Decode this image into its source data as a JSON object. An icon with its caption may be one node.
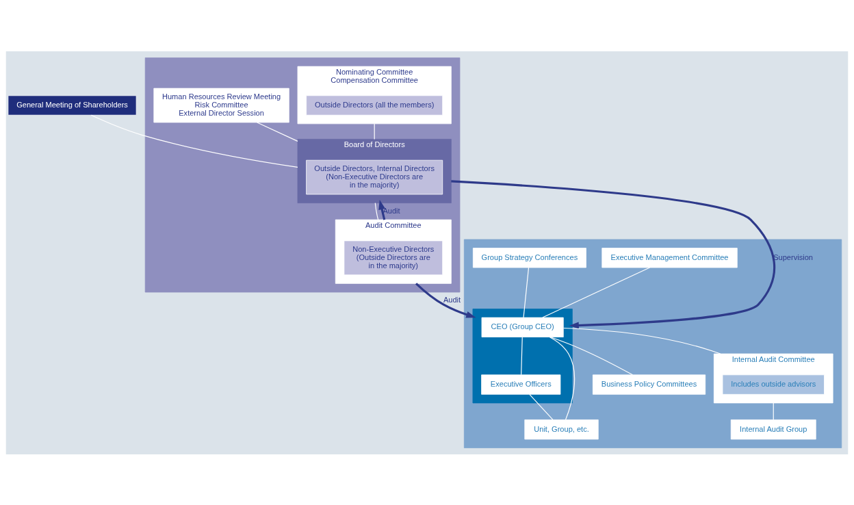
{
  "diagram": {
    "nodes": [
      {
        "text": [
          "General Meeting of Shareholders"
        ]
      },
      {
        "text": [],
        "shape": "box"
      },
      {
        "text": [
          "Nominating Committee",
          "Compensation Committee"
        ],
        "in": 1
      },
      {
        "text": [
          "Outside Directors (all the members)"
        ],
        "in": 2
      },
      {
        "text": [
          "Human Resources Review Meeting",
          "Risk Committee",
          "External Director Session"
        ],
        "in": 1
      },
      {
        "text": [
          "Board of Directors"
        ],
        "in": 1
      },
      {
        "text": [
          "Outside Directors, Internal Directors (Non-Executive Directors are in the majority)"
        ],
        "in": 5
      },
      {
        "text": [
          "Audit Committee"
        ],
        "in": 1
      },
      {
        "text": [
          "Non-Executive Directors (Outside Directors are in the majority)"
        ],
        "in": 7
      },
      {
        "text": [],
        "shape": "box"
      },
      {
        "text": [
          "Executive Management Committee"
        ],
        "in": 9
      },
      {
        "text": [],
        "shape": "box",
        "in": 9
      },
      {
        "text": [
          "CEO (Group CEO)"
        ],
        "in": 11
      },
      {
        "text": [
          "Executive Officers"
        ],
        "in": 11
      },
      {
        "text": [
          "Group Strategy Conferences"
        ],
        "in": 9
      },
      {
        "text": [
          "Internal Audit Committee"
        ],
        "in": 9
      },
      {
        "text": [
          "Includes outside advisors"
        ],
        "in": 15
      },
      {
        "text": [
          "Business Policy Committees"
        ],
        "in": 9
      },
      {
        "text": [
          "Unit, Group, etc."
        ],
        "in": 9
      },
      {
        "text": [
          "Internal Audit Group"
        ],
        "in": 9
      }
    ],
    "edges": [
      {
        "from": 0,
        "to": 5,
        "arrow": "none"
      },
      {
        "from": 2,
        "to": 5,
        "arrow": "none"
      },
      {
        "from": 4,
        "to": 5,
        "arrow": "none"
      },
      {
        "from": 5,
        "to": 7,
        "arrow": "none"
      },
      {
        "from": 7,
        "to": 5,
        "arrow": "to",
        "label": "Audit",
        "style": "thick",
        "color": "#2e3a8a"
      },
      {
        "from": 7,
        "to": 11,
        "arrow": "to",
        "label": "Audit",
        "style": "thick",
        "color": "#2e3a8a"
      },
      {
        "from": 5,
        "to": 11,
        "arrow": "to",
        "label": "Supervision",
        "style": "thick",
        "color": "#2e3a8a"
      },
      {
        "from": 10,
        "to": 12,
        "arrow": "none"
      },
      {
        "from": 14,
        "to": 12,
        "arrow": "none"
      },
      {
        "from": 12,
        "to": 15,
        "arrow": "none"
      },
      {
        "from": 12,
        "to": 17,
        "arrow": "none"
      },
      {
        "from": 12,
        "to": 13,
        "arrow": "none"
      },
      {
        "from": 12,
        "to": 18,
        "arrow": "none"
      },
      {
        "from": 13,
        "to": 18,
        "arrow": "none"
      },
      {
        "from": 15,
        "to": 19,
        "arrow": "none"
      }
    ]
  }
}
